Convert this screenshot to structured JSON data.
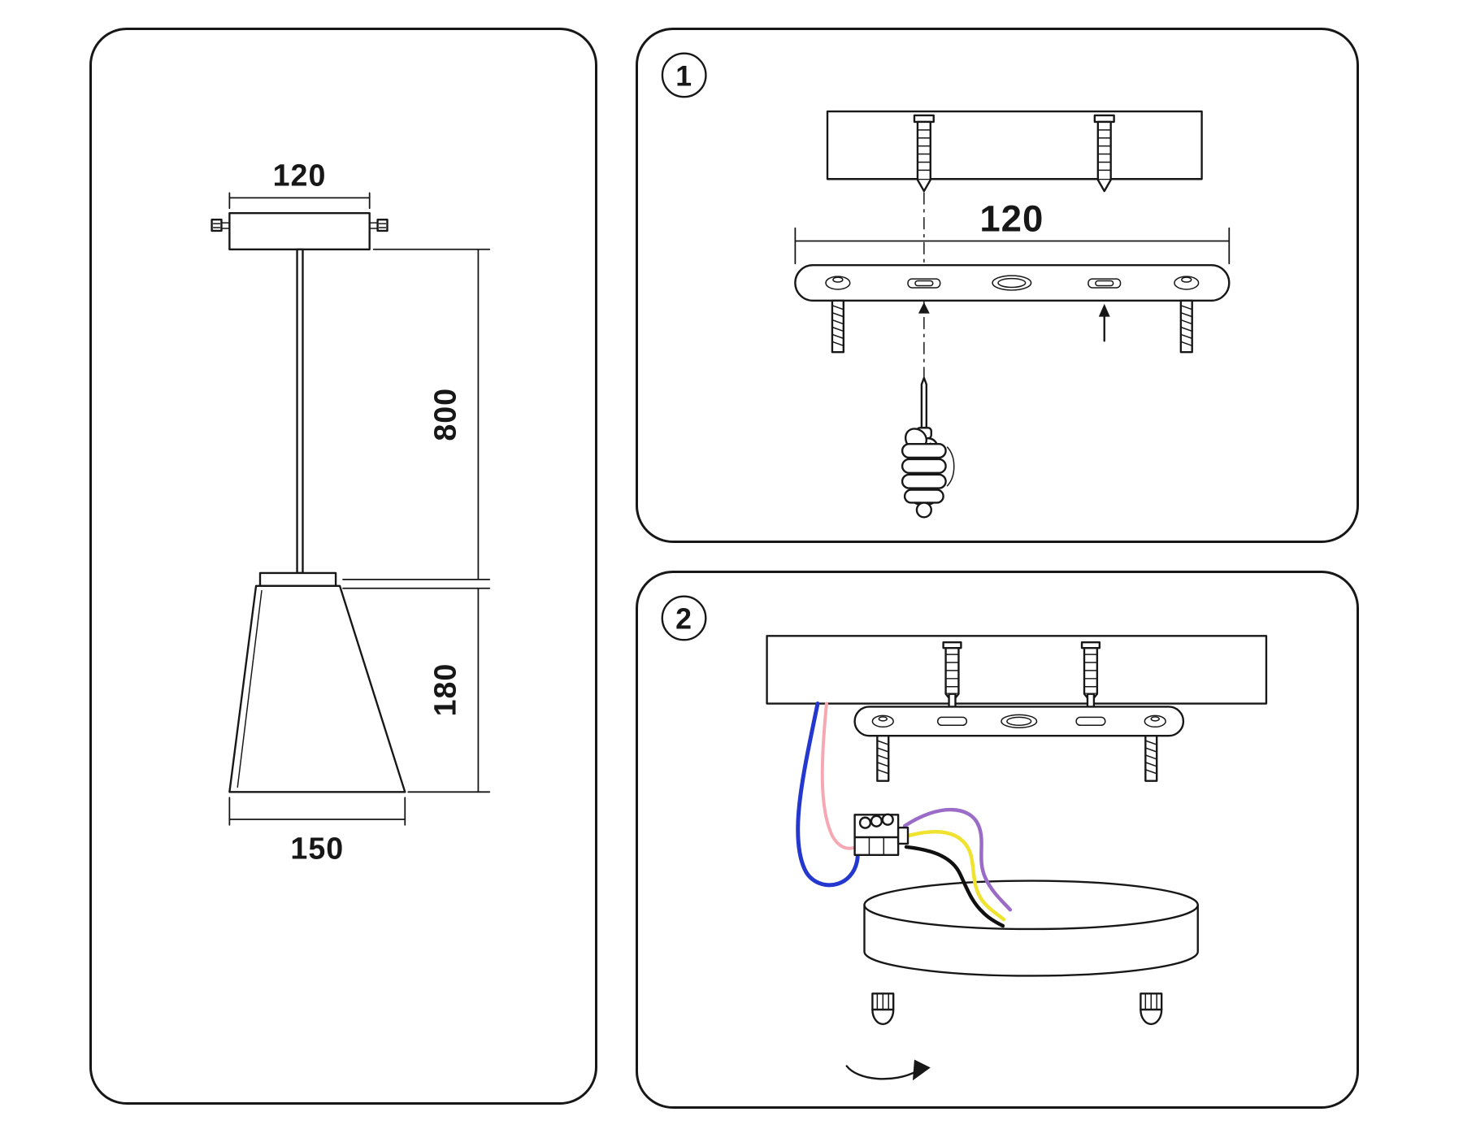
{
  "colors": {
    "line": "#171717",
    "wire_blue": "#2438cf",
    "wire_pink": "#f5a8b2",
    "wire_purple": "#9a6cc8",
    "wire_yellow": "#efe32f",
    "wire_black": "#101010"
  },
  "front_view": {
    "dim_canopy_width": "120",
    "dim_cord_length": "800",
    "dim_shade_height": "180",
    "dim_shade_width": "150"
  },
  "step1": {
    "badge": "1",
    "dim_bracket_width": "120"
  },
  "step2": {
    "badge": "2"
  }
}
